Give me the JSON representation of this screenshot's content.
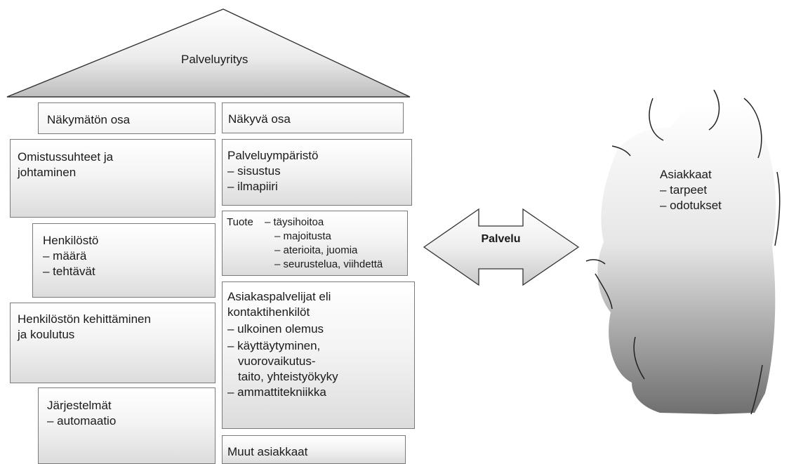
{
  "roof": {
    "title": "Palveluyritys"
  },
  "left": {
    "hidden_header": "Näkymätön osa",
    "ownership": [
      "Omistussuhteet ja",
      "johtaminen"
    ],
    "staff": [
      "Henkilöstö",
      "– määrä",
      "– tehtävät"
    ],
    "development": [
      "Henkilöstön kehittäminen",
      "ja koulutus"
    ],
    "systems": [
      "Järjestelmät",
      "– automaatio"
    ]
  },
  "right": {
    "visible_header": "Näkyvä osa",
    "environment": [
      "Palveluympäristö",
      "– sisustus",
      "– ilmapiiri"
    ],
    "product": {
      "label": "Tuote",
      "items": [
        "– täysihoitoa",
        "– majoitusta",
        "– aterioita, juomia",
        "– seurustelua, viihdettä"
      ]
    },
    "contact": [
      "Asiakaspalvelijat eli",
      "kontaktihenkilöt",
      "– ulkoinen olemus",
      "– käyttäytyminen,",
      "vuorovaikutus-",
      "taito, yhteistyökyky",
      "– ammattitekniikka"
    ],
    "other": "Muut asiakkaat"
  },
  "arrow": {
    "label": "Palvelu"
  },
  "customers": [
    "Asiakkaat",
    "– tarpeet",
    "– odotukset"
  ]
}
